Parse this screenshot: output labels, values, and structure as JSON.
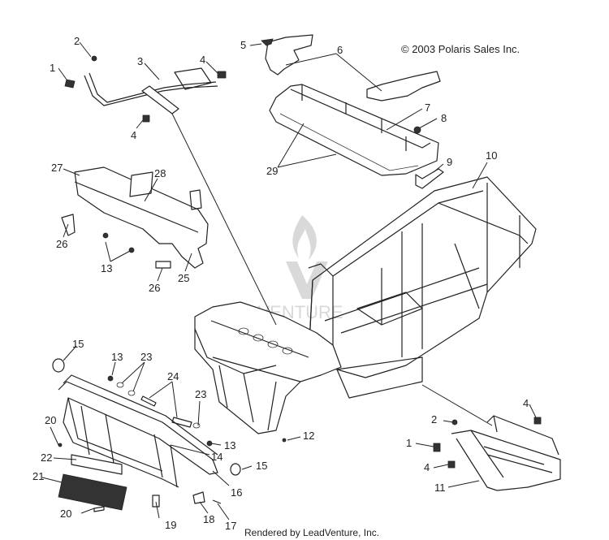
{
  "copyright": "© 2003 Polaris Sales Inc.",
  "rendered_by": "Rendered by LeadVenture, Inc.",
  "watermark": "LEADVENTURE",
  "callouts": [
    {
      "label": "1"
    },
    {
      "label": "2"
    },
    {
      "label": "3"
    },
    {
      "label": "4"
    },
    {
      "label": "4"
    },
    {
      "label": "5"
    },
    {
      "label": "6"
    },
    {
      "label": "7"
    },
    {
      "label": "8"
    },
    {
      "label": "9"
    },
    {
      "label": "10"
    },
    {
      "label": "27"
    },
    {
      "label": "28"
    },
    {
      "label": "29"
    },
    {
      "label": "26"
    },
    {
      "label": "13"
    },
    {
      "label": "26"
    },
    {
      "label": "25"
    },
    {
      "label": "15"
    },
    {
      "label": "13"
    },
    {
      "label": "23"
    },
    {
      "label": "24"
    },
    {
      "label": "23"
    },
    {
      "label": "13"
    },
    {
      "label": "12"
    },
    {
      "label": "20"
    },
    {
      "label": "22"
    },
    {
      "label": "14"
    },
    {
      "label": "15"
    },
    {
      "label": "21"
    },
    {
      "label": "16"
    },
    {
      "label": "20"
    },
    {
      "label": "19"
    },
    {
      "label": "18"
    },
    {
      "label": "17"
    },
    {
      "label": "2"
    },
    {
      "label": "4"
    },
    {
      "label": "1"
    },
    {
      "label": "4"
    },
    {
      "label": "11"
    }
  ]
}
